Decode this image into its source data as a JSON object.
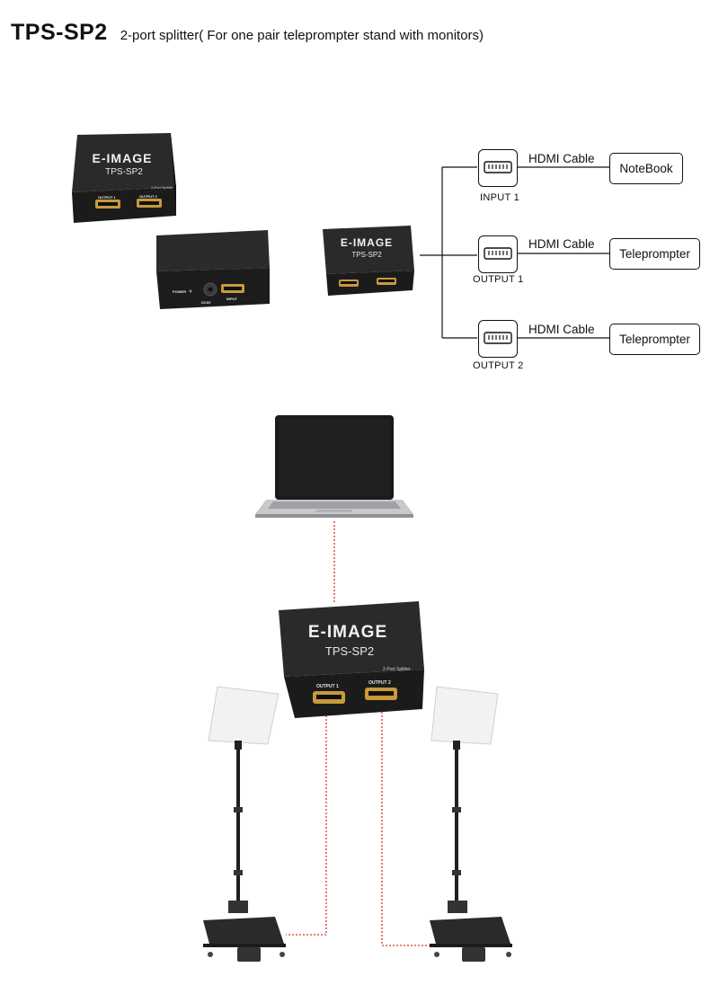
{
  "header": {
    "model": "TPS-SP2",
    "subtitle": "2-port splitter( For one pair teleprompter stand with monitors)"
  },
  "product": {
    "brand": "E-IMAGE",
    "model": "TPS-SP2",
    "tagline": "2-Port Splitter",
    "ports": {
      "output1": "OUTPUT 1",
      "output2": "OUTPUT 2",
      "input": "INPUT",
      "power": "POWER",
      "dc": "DC5V"
    }
  },
  "connection_diagram": {
    "ports": [
      {
        "caption": "INPUT  1",
        "cable": "HDMI Cable",
        "device": "NoteBook"
      },
      {
        "caption": "OUTPUT  1",
        "cable": "HDMI Cable",
        "device": "Teleprompter"
      },
      {
        "caption": "OUTPUT  2",
        "cable": "HDMI Cable",
        "device": "Teleprompter"
      }
    ]
  },
  "colors": {
    "cable_dotted": "#e0312c",
    "device_body": "#1e1e1e",
    "hdmi_gold": "#c89a3a",
    "line": "#111111"
  },
  "icons": [
    "laptop-icon",
    "teleprompter-stand-icon",
    "hdmi-port-icon",
    "splitter-device-icon"
  ]
}
